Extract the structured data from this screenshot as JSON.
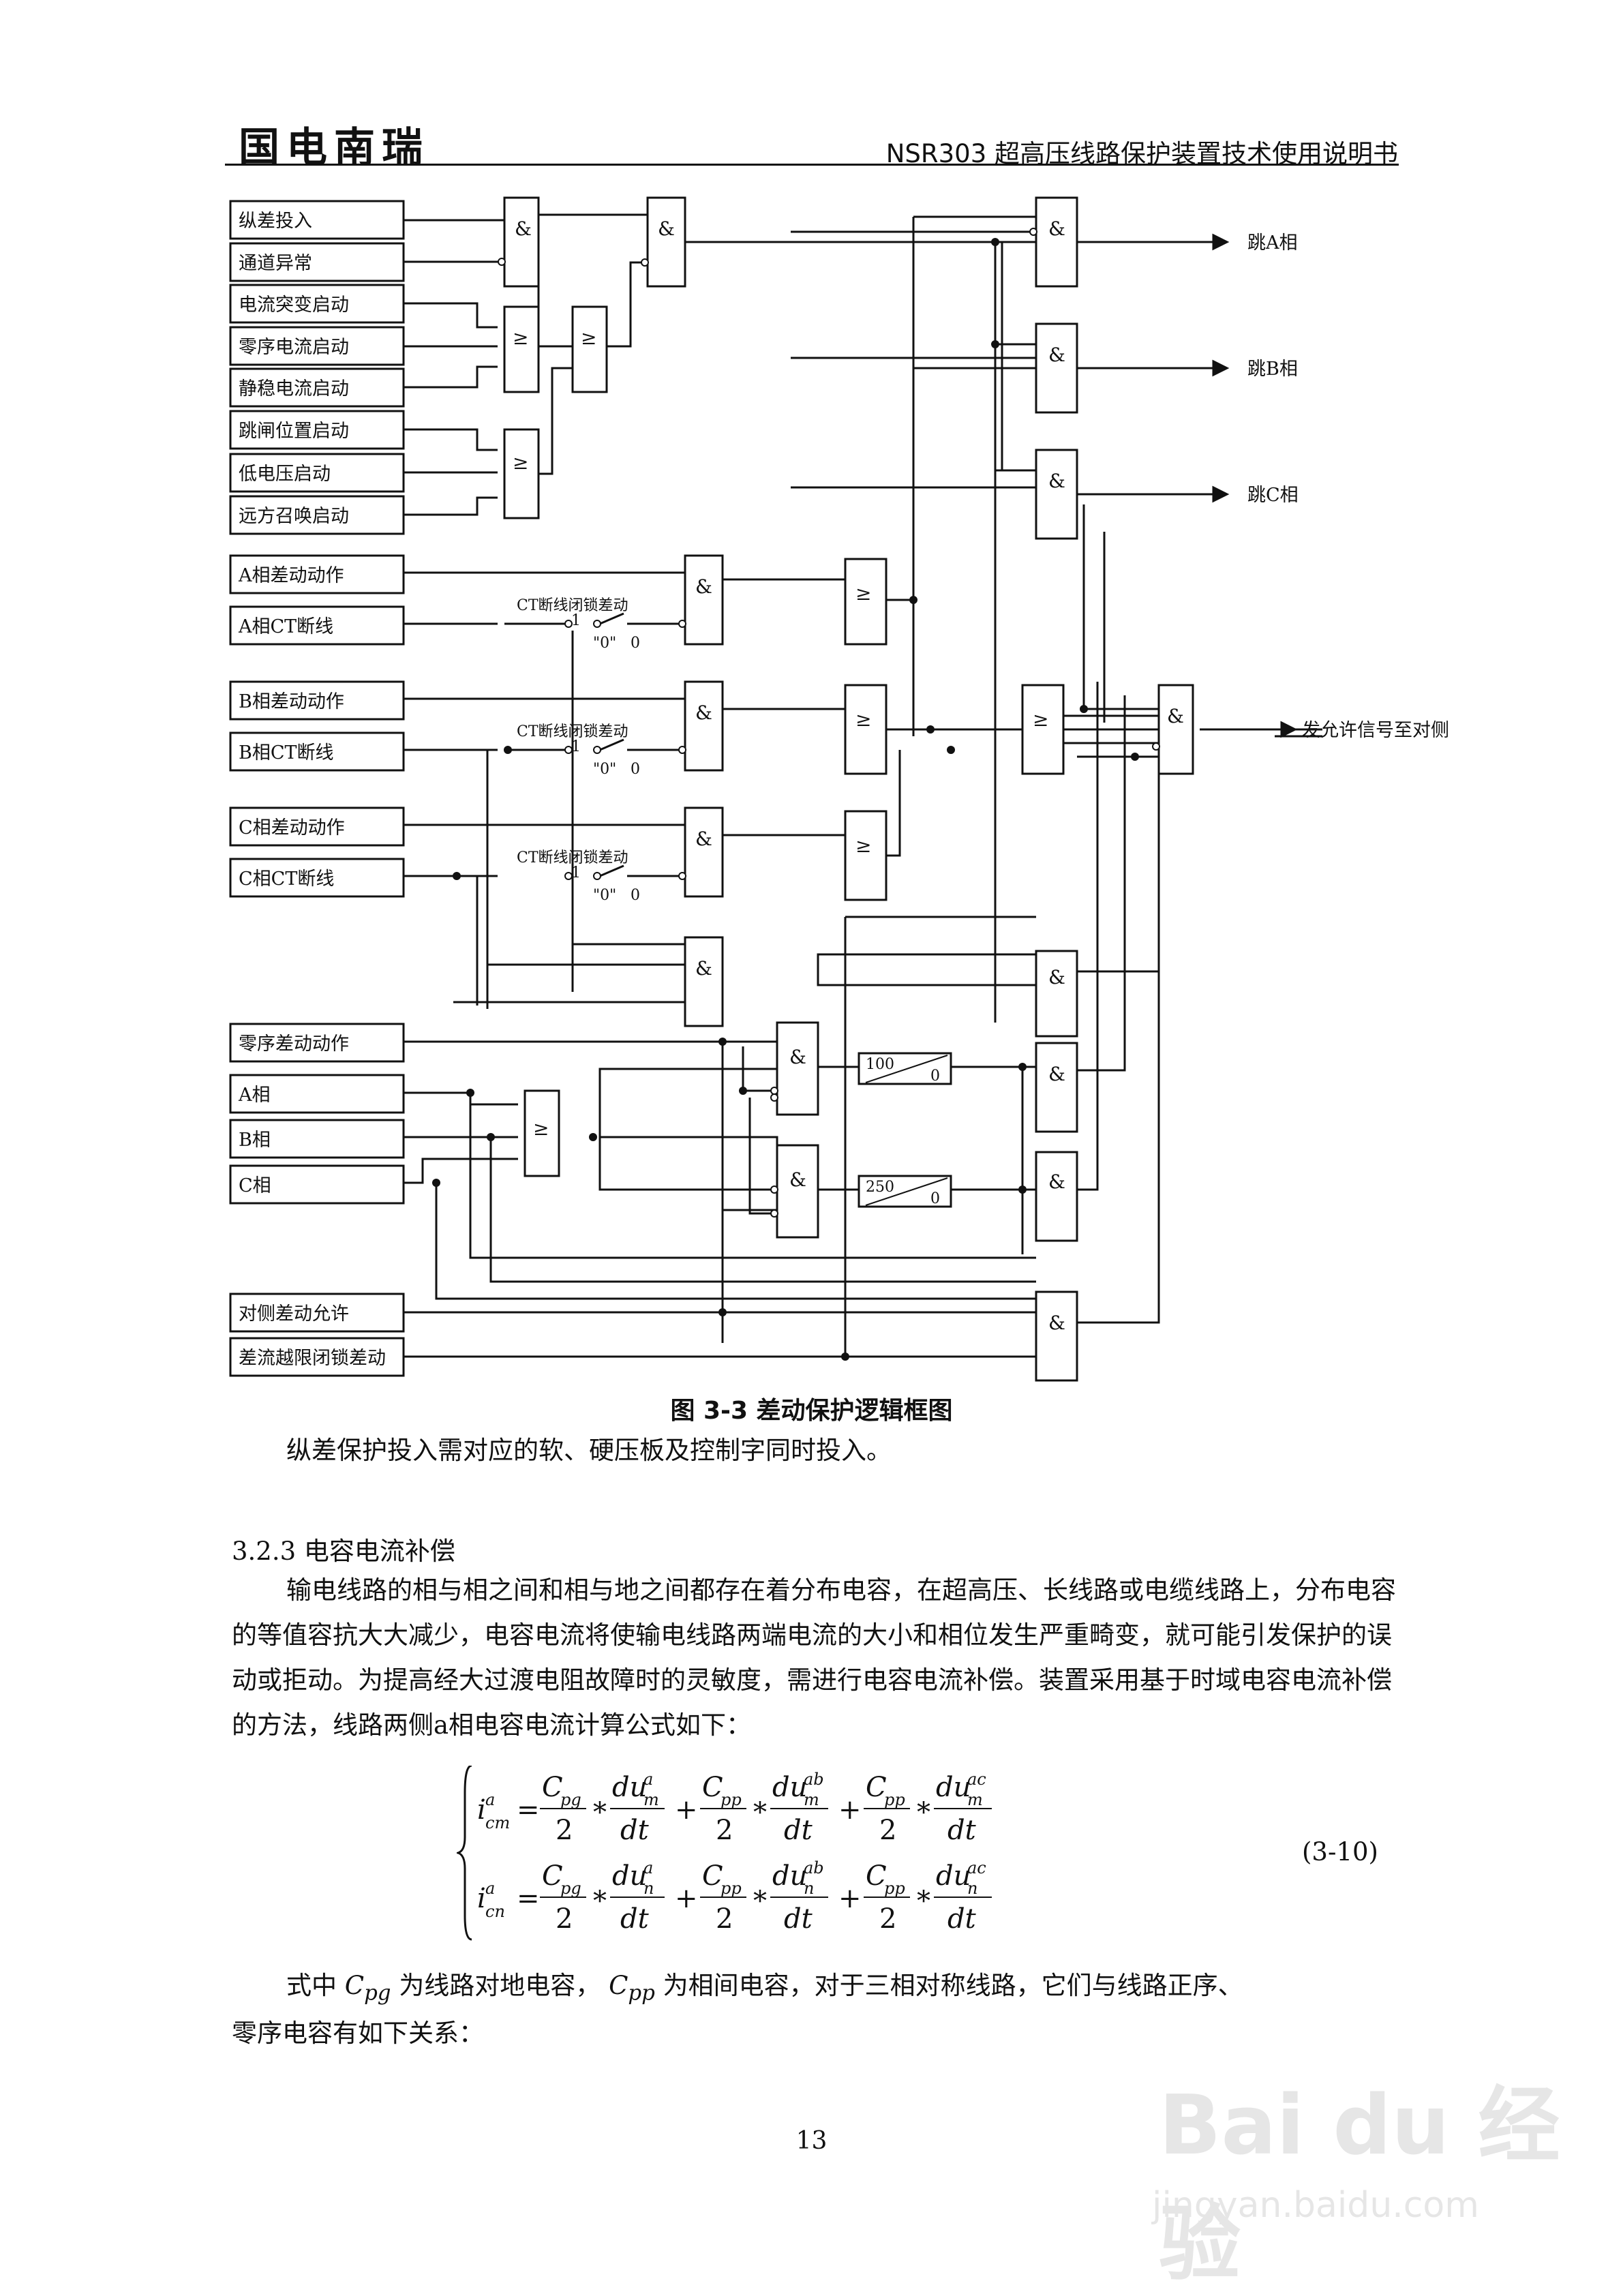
{
  "header": {
    "company": "国电南瑞",
    "doc_title": "NSR303 超高压线路保护装置技术使用说明书"
  },
  "diagram": {
    "inputs": [
      "纵差投入",
      "通道异常",
      "电流突变启动",
      "零序电流启动",
      "静稳电流启动",
      "跳闸位置启动",
      "低电压启动",
      "远方召唤启动",
      "A相差动动作",
      "A相CT断线",
      "B相差动动作",
      "B相CT断线",
      "C相差动动作",
      "C相CT断线",
      "零序差动动作",
      "A相",
      "B相",
      "C相",
      "对侧差动允许",
      "差流越限闭锁差动"
    ],
    "and_sym": "&",
    "or_sym": "≥",
    "switch_label": "CT断线闭锁差动",
    "switch_one": "1",
    "switch_zero": "0",
    "switch_q0": "\"0\"",
    "outputs": [
      "跳A相",
      "跳B相",
      "跳C相",
      "发允许信号至对侧"
    ],
    "timer1": [
      "100",
      "0"
    ],
    "timer2": [
      "250",
      "0"
    ]
  },
  "caption": "图 3-3 差动保护逻辑框图",
  "para1": "纵差保护投入需对应的软、硬压板及控制字同时投入。",
  "section": "3.2.3 电容电流补偿",
  "para2": "输电线路的相与相之间和相与地之间都存在着分布电容，在超高压、长线路或电缆线路上，分布电容的等值容抗大大减少，电容电流将使输电线路两端电流的大小和相位发生严重畸变，就可能引发保护的误动或拒动。为提高经大过渡电阻故障时的灵敏度，需进行电容电流补偿。装置采用基于时域电容电流补偿的方法，线路两侧a相电容电流计算公式如下：",
  "eq_number": "(3-10)",
  "eq": {
    "i": "i",
    "a": "a",
    "cm": "cm",
    "cn": "cn",
    "eq": "=",
    "C": "C",
    "pg": "pg",
    "pp": "pp",
    "two": "2",
    "star": "*",
    "plus": "+",
    "du": "du",
    "dt": "dt",
    "m": "m",
    "n": "n",
    "ab": "ab",
    "ac": "ac"
  },
  "para3": {
    "t1": "式中",
    "t2": "为线路对地电容，",
    "t3": "为相间电容，对于三相对称线路，它们与线路正序、",
    "t4": "零序电容有如下关系：",
    "C": "C",
    "pg": "pg",
    "pp": "pp"
  },
  "page_number": "13",
  "watermark": {
    "brand": "Bai du 经验",
    "url": "jingyan.baidu.com"
  }
}
